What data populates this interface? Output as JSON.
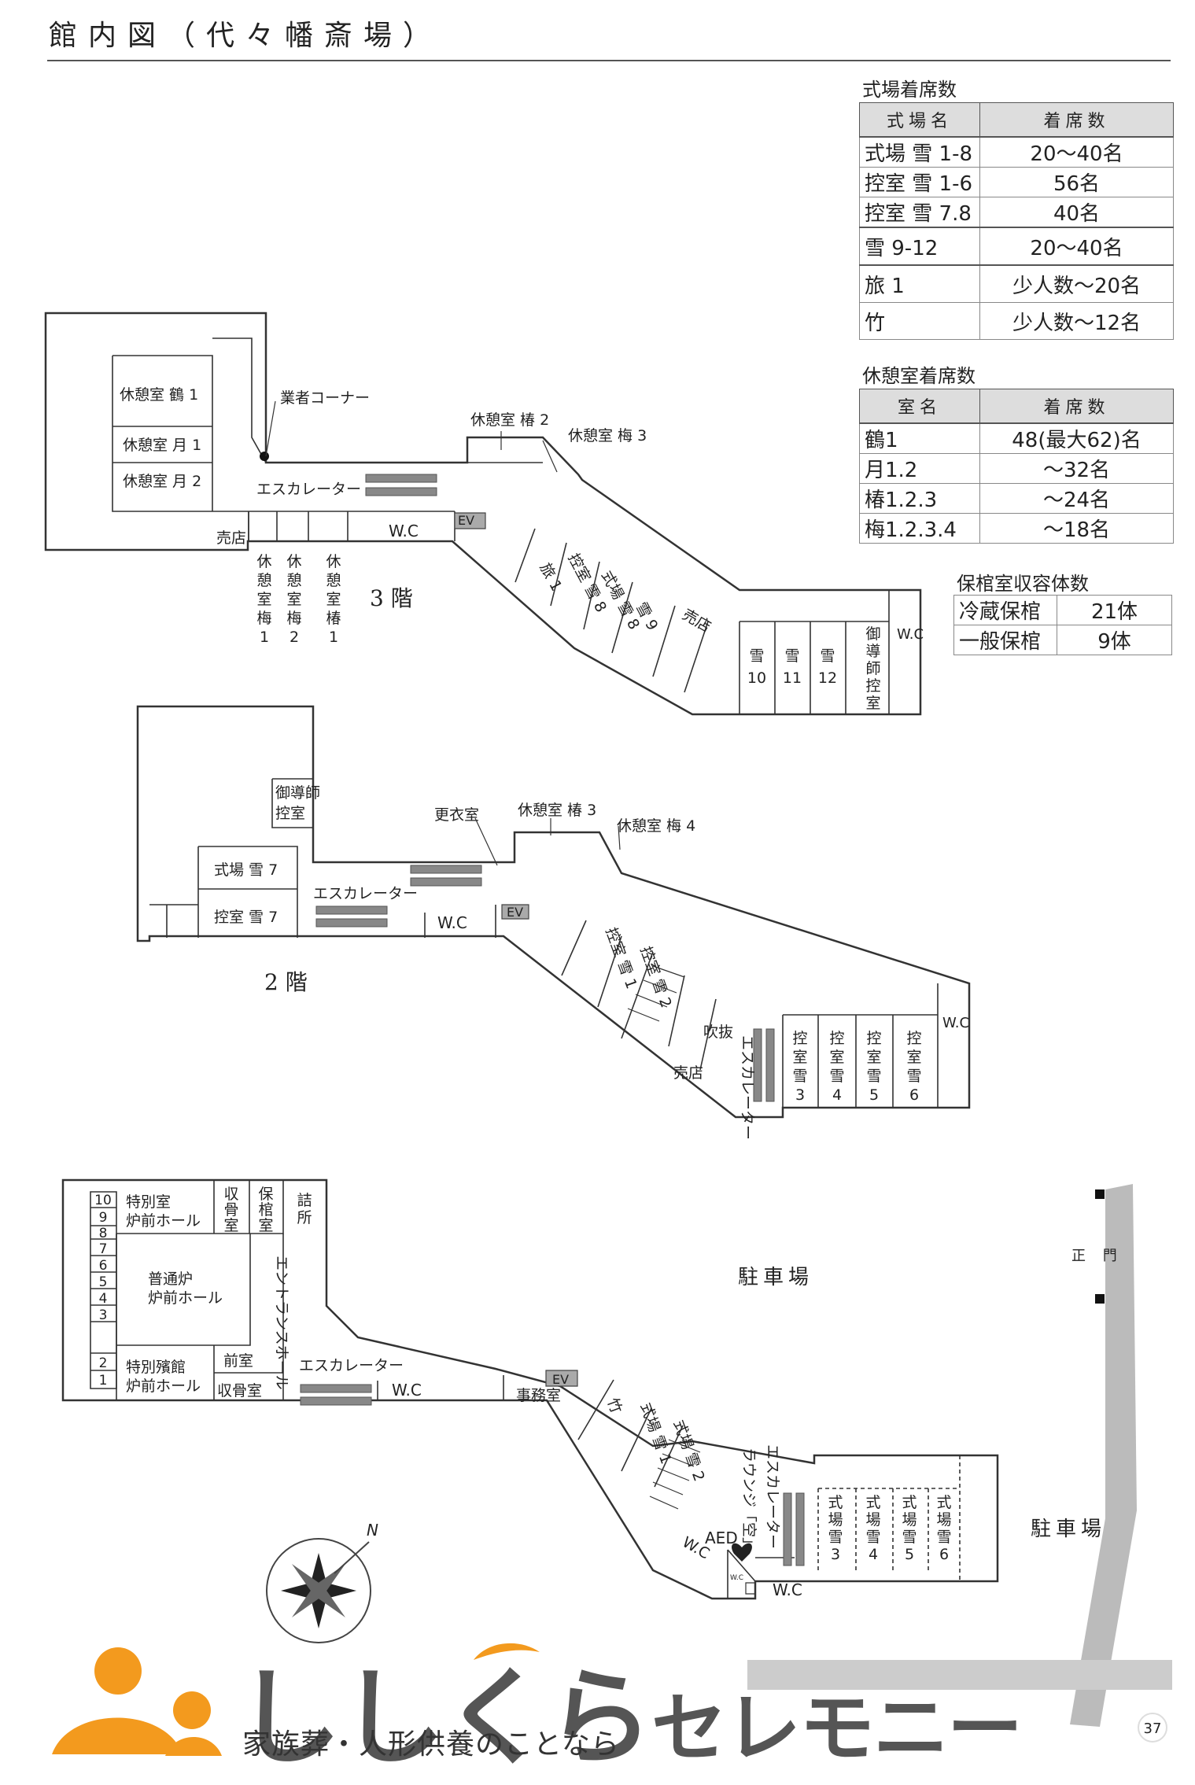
{
  "page_title": "館内図（代々幡斎場）",
  "seat_table": {
    "caption": "式場着席数",
    "headers": [
      "式場名",
      "着席数"
    ],
    "rows": [
      {
        "name": "式場 雪 1-8",
        "seats": "20〜40名"
      },
      {
        "name": "控室 雪 1-6",
        "seats": "56名"
      },
      {
        "name": "控室 雪 7.8",
        "seats": "40名"
      },
      {
        "name": "雪 9-12",
        "seats": "20〜40名"
      },
      {
        "name": "旅 1",
        "seats": "少人数〜20名"
      },
      {
        "name": "竹",
        "seats": "少人数〜12名"
      }
    ]
  },
  "rest_table": {
    "caption": "休憩室着席数",
    "headers": [
      "室名",
      "着席数"
    ],
    "rows": [
      {
        "name": "鶴1",
        "seats": "48(最大62)名"
      },
      {
        "name": "月1.2",
        "seats": "〜32名"
      },
      {
        "name": "椿1.2.3",
        "seats": "〜24名"
      },
      {
        "name": "梅1.2.3.4",
        "seats": "〜18名"
      }
    ]
  },
  "coffin_table": {
    "caption": "保棺室収容体数",
    "rows": [
      {
        "name": "冷蔵保棺",
        "count": "21体"
      },
      {
        "name": "一般保棺",
        "count": "9体"
      }
    ]
  },
  "floor3": {
    "label": "3 階",
    "tsuru1": "休憩室 鶴 1",
    "tsuki1": "休憩室 月 1",
    "tsuki2": "休憩室 月 2",
    "gyosha": "業者コーナー",
    "tsubaki2": "休憩室 椿 2",
    "ume3": "休憩室 梅 3",
    "escalator": "エスカレーター",
    "shop": "売店",
    "wc": "W.C",
    "ev": "EV",
    "ume1": [
      "休",
      "憩",
      "室",
      "梅",
      "1"
    ],
    "ume2": [
      "休",
      "憩",
      "室",
      "梅",
      "2"
    ],
    "tsubaki1": [
      "休",
      "憩",
      "室",
      "椿",
      "1"
    ],
    "tabi1": "旅 1",
    "hikae8": "控室 雪 8",
    "shiki8": "式場 雪 8",
    "yuki9": "雪 9",
    "shop2": "売店",
    "yuki10": [
      "雪",
      "10"
    ],
    "yuki11": [
      "雪",
      "11"
    ],
    "yuki12": [
      "雪",
      "12"
    ],
    "doushi": [
      "御",
      "導",
      "師",
      "控",
      "室"
    ],
    "wc2": "W.C"
  },
  "floor2": {
    "label": "2 階",
    "doushi": [
      "御導師",
      "控室"
    ],
    "koui": "更衣室",
    "tsubaki3": "休憩室 椿 3",
    "ume4": "休憩室 梅 4",
    "shiki7": "式場 雪 7",
    "hikae7": "控室 雪 7",
    "escalator": "エスカレーター",
    "wc": "W.C",
    "ev": "EV",
    "hikae1": "控室 雪 1",
    "hikae2": "控室 雪 2",
    "fukinuke": "吹抜",
    "shop": "売店",
    "escalator2": "エスカレーター",
    "hikae3": [
      "控",
      "室",
      "雪",
      "3"
    ],
    "hikae4": [
      "控",
      "室",
      "雪",
      "4"
    ],
    "hikae5": [
      "控",
      "室",
      "雪",
      "5"
    ],
    "hikae6": [
      "控",
      "室",
      "雪",
      "6"
    ],
    "wc2": "W.C"
  },
  "floor1": {
    "numbers": [
      "10",
      "9",
      "8",
      "7",
      "6",
      "5",
      "4",
      "3",
      "2",
      "1"
    ],
    "tokubetsu": [
      "特別室",
      "炉前ホール"
    ],
    "shukotsu": [
      "収",
      "骨",
      "室"
    ],
    "hokan": [
      "保",
      "棺",
      "室"
    ],
    "tsumesho": [
      "詰",
      "所"
    ],
    "futsuro": [
      "普通炉",
      "炉前ホール"
    ],
    "entrance": "エントランスホール",
    "tokubetsu_hin": [
      "特別殯館",
      "炉前ホール"
    ],
    "zenshitsu": "前室",
    "shukotsu2": "収骨室",
    "escalator": "エスカレーター",
    "wc": "W.C",
    "ev": "EV",
    "jimusho": "事務室",
    "take": "竹",
    "shiki1": "式場 雪 1",
    "shiki2": "式場 雪 2",
    "lounge": "ラウンジ「空」",
    "escalator2": "エスカレーター",
    "aed": "AED",
    "wc2": "W.C",
    "wc3": "W.C",
    "wc_small": "W.C",
    "shiki3": [
      "式",
      "場",
      "雪",
      "3"
    ],
    "shiki4": [
      "式",
      "場",
      "雪",
      "4"
    ],
    "shiki5": [
      "式",
      "場",
      "雪",
      "5"
    ],
    "shiki6": [
      "式",
      "場",
      "雪",
      "6"
    ],
    "parking": "駐車場",
    "parking2": "駐車場",
    "gate": "正 門",
    "compass": "N"
  },
  "logo": {
    "name_big": "ししくら",
    "name_small": "セレモニー",
    "tagline": "家族葬・人形供養のことなら",
    "brand_color": "#f39a1e",
    "name_color": "#555555"
  },
  "page_number": "37"
}
